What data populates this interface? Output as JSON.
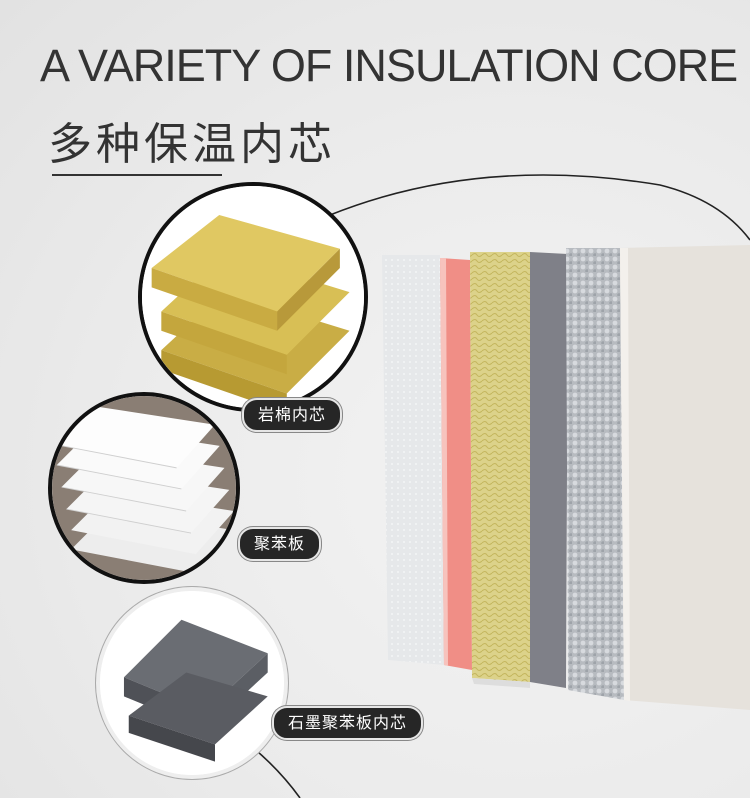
{
  "header": {
    "title_en": "A VARIETY OF INSULATION CORE",
    "title_cn": "多种保温内芯"
  },
  "materials": [
    {
      "label": "岩棉内芯"
    },
    {
      "label": "聚苯板"
    },
    {
      "label": "石墨聚苯板内芯"
    }
  ],
  "colors": {
    "text": "#333333",
    "tag_bg": "#262626",
    "rock_wool": "#d8bf55",
    "eps_white": "#f4f4f4",
    "graphite": "#5a5c62",
    "panel_face_pink": "#f08e86",
    "panel_face_gray": "#7f8088",
    "panel_face_cream": "#e6e2dc"
  }
}
